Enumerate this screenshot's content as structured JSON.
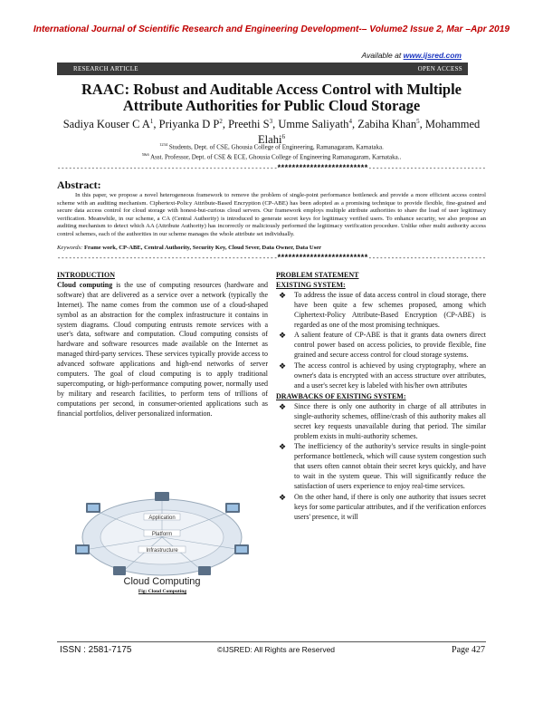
{
  "header": {
    "journal": "International Journal of Scientific Research and Engineering Development-– Volume2 Issue 2, Mar –Apr 2019",
    "available_prefix": "Available at ",
    "available_url": "www.ijsred.com",
    "article_type": "RESEARCH ARTICLE",
    "access": "OPEN ACCESS"
  },
  "paper": {
    "title": "RAAC: Robust and Auditable Access Control with Multiple Attribute Authorities for Public Cloud Storage",
    "authors": [
      {
        "name": "Sadiya Kouser C A",
        "sup": "1"
      },
      {
        "name": "Priyanka D P",
        "sup": "2"
      },
      {
        "name": "Preethi S",
        "sup": "3"
      },
      {
        "name": "Umme Saliyath",
        "sup": "4"
      },
      {
        "name": "Zabiha Khan",
        "sup": "5"
      },
      {
        "name": "Mohammed Elahi",
        "sup": "6"
      }
    ],
    "affil1_sup": "1234",
    "affil1": " Students, Dept. of CSE, Ghousia College of Engineering, Ramanagaram, Karnataka.",
    "affil2_sup": "5&6",
    "affil2": " Asst. Professor, Dept. of CSE & ECE, Ghousia College of Engineering Ramanagaram, Karnataka..",
    "stars": "*************************",
    "abstract_heading": "Abstract:",
    "abstract": "In this paper, we propose a novel heterogeneous framework to remove the problem of single-point performance bottleneck and provide a more efficient access control scheme with an auditing mechanism. Ciphertext-Policy Attribute-Based Encryption (CP-ABE) has been adopted as a promising technique to provide flexible, fine-grained and secure data access control for cloud storage with honest-but-curious cloud servers. Our framework employs multiple attribute authorities to share the load of user legitimacy verification. Meanwhile, in our scheme, a CA (Central Authority) is introduced to generate secret keys for legitimacy verified users. To enhance security, we also propose an auditing mechanism to detect which AA (Attribute Authority) has incorrectly or maliciously performed the legitimacy verification procedure. Unlike other multi authority access control schemes, each of the authorities in our scheme manages the whole attribute set individually.",
    "keywords_label": "Keywords:",
    "keywords": " Frame work, CP-ABE, Central Authority, Security Key, Cloud Sever, Data Owner, Data User"
  },
  "intro": {
    "heading": "INTRODUCTION",
    "lead": "Cloud computing",
    "text": " is the use of computing resources (hardware and software) that are delivered as a service over a network (typically the Internet). The name comes from the common use of a cloud-shaped symbol as an abstraction for the complex infrastructure it contains in system diagrams. Cloud computing entrusts remote services with a user's data, software and computation. Cloud computing consists of hardware and software resources made available on the Internet as managed third-party services. These services typically provide access to advanced software applications and high-end networks of server computers. The goal of cloud computing is to apply traditional supercomputing, or high-performance computing power, normally used by military and research facilities, to perform tens of trillions of computations per second, in consumer-oriented applications such as financial portfolios, deliver personalized information.",
    "figure_labels": {
      "application": "Application",
      "platform": "Platform",
      "infrastructure": "Infrastructure",
      "cloud": "Cloud Computing"
    },
    "figure_caption": "Fig: Cloud Computing"
  },
  "problem": {
    "heading": "PROBLEM STATEMENT",
    "existing_heading": "EXISTING SYSTEM:",
    "existing": [
      "To address the issue of data access control in cloud storage, there have been quite a few schemes proposed, among which Ciphertext-Policy Attribute-Based Encryption (CP-ABE) is regarded as one of the most promising techniques.",
      "A salient feature of CP-ABE is that it grants data owners direct control power based on access policies, to provide flexible, fine grained and secure access control for cloud storage systems.",
      "The access control is achieved by using cryptography, where an owner's data is encrypted with an access structure over attributes, and a user's secret key is labeled with his/her own attributes"
    ],
    "drawbacks_heading": "DRAWBACKS OF EXISTING SYSTEM:",
    "drawbacks": [
      "Since there is only one authority in charge of all attributes in single-authority schemes, offline/crash of this authority makes all secret key requests unavailable during that period. The similar problem exists in multi-authority schemes.",
      "The inefficiency of the authority's service results in single-point performance bottleneck, which will cause system congestion such that users often cannot obtain their secret keys quickly, and have to wait in the system queue. This will significantly reduce the satisfaction of users experience to enjoy real-time services.",
      "On the other hand, if there is only one authority that issues secret keys for some particular attributes, and if the verification enforces users' presence, it will"
    ]
  },
  "footer": {
    "issn": "ISSN : 2581-7175",
    "copyright": "©IJSRED: All Rights are Reserved",
    "page": "Page 427"
  }
}
